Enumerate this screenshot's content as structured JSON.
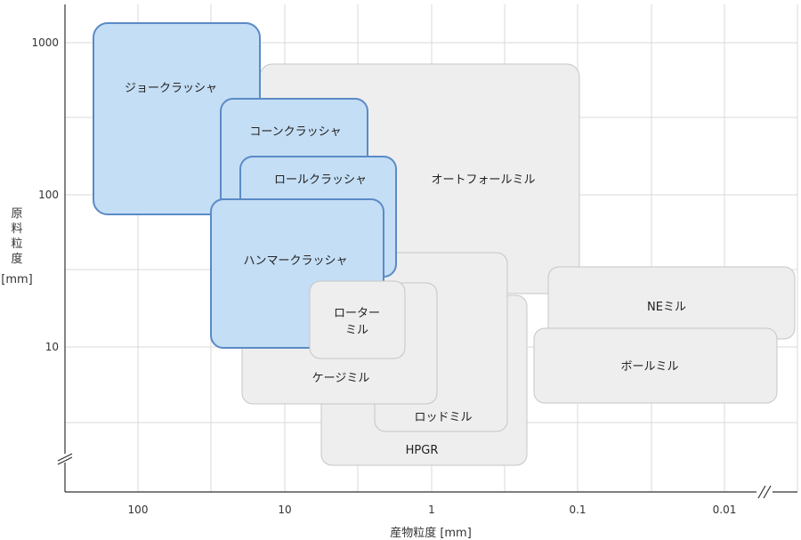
{
  "chart_data": {
    "type": "diagram",
    "x_axis": {
      "title": "産物粒度 [mm]",
      "ticks": [
        "100",
        "10",
        "1",
        "0.1",
        "0.01"
      ]
    },
    "y_axis": {
      "title_chars": [
        "原",
        "料",
        "粒",
        "度"
      ],
      "unit": "[mm]",
      "ticks": [
        "1000",
        "100",
        "10"
      ]
    },
    "gray_boxes": [
      {
        "id": "autogenous",
        "lines": [
          "オートフォールミル"
        ]
      },
      {
        "id": "hpgr",
        "lines": [
          "HPGR"
        ]
      },
      {
        "id": "rod",
        "lines": [
          "ロッドミル"
        ]
      },
      {
        "id": "cage",
        "lines": [
          "ケージミル"
        ]
      },
      {
        "id": "rotor",
        "lines": [
          "ローター",
          "ミル"
        ]
      },
      {
        "id": "ne",
        "lines": [
          "NEミル"
        ]
      },
      {
        "id": "ball",
        "lines": [
          "ボールミル"
        ]
      }
    ],
    "blue_boxes": [
      {
        "id": "jaw",
        "lines": [
          "ジョークラッシャ"
        ]
      },
      {
        "id": "cone",
        "lines": [
          "コーンクラッシャ"
        ]
      },
      {
        "id": "roll",
        "lines": [
          "ロールクラッシャ"
        ]
      },
      {
        "id": "hammer",
        "lines": [
          "ハンマークラッシャ"
        ]
      }
    ],
    "colors": {
      "crusher_fill": "#c4def5",
      "crusher_stroke": "#5b8ac6",
      "mill_fill": "#eeeeee",
      "mill_stroke": "#c6c6c6",
      "grid": "#d9d9d9"
    }
  }
}
